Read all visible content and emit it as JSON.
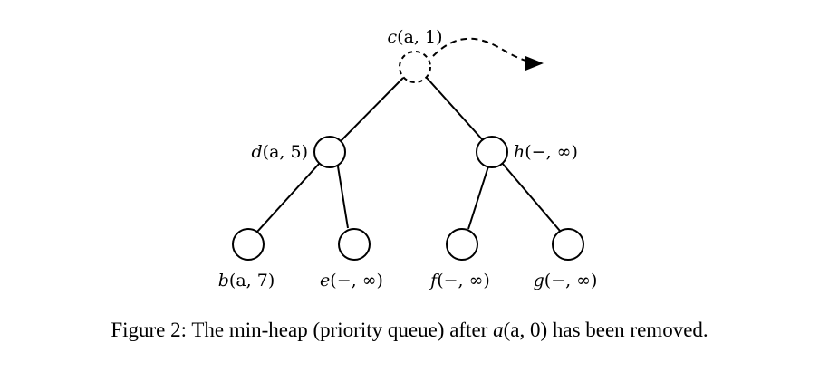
{
  "tree": {
    "root": {
      "label": {
        "name": "c",
        "args": "(a, 1)"
      },
      "removed": true
    },
    "left": {
      "label": {
        "name": "d",
        "args": "(a, 5)"
      }
    },
    "right": {
      "label": {
        "name": "h",
        "args": "(−, ∞)"
      }
    },
    "left_left": {
      "label": {
        "name": "b",
        "args": "(a, 7)"
      }
    },
    "left_right": {
      "label": {
        "name": "e",
        "args": "(−, ∞)"
      }
    },
    "right_left": {
      "label": {
        "name": "f",
        "args": "(−, ∞)"
      }
    },
    "right_right": {
      "label": {
        "name": "g",
        "args": "(−, ∞)"
      }
    }
  },
  "caption": {
    "prefix": "Figure 2: The min-heap (priority queue) after ",
    "math_name": "a",
    "math_args": "(a, 0)",
    "suffix": " has been removed."
  }
}
